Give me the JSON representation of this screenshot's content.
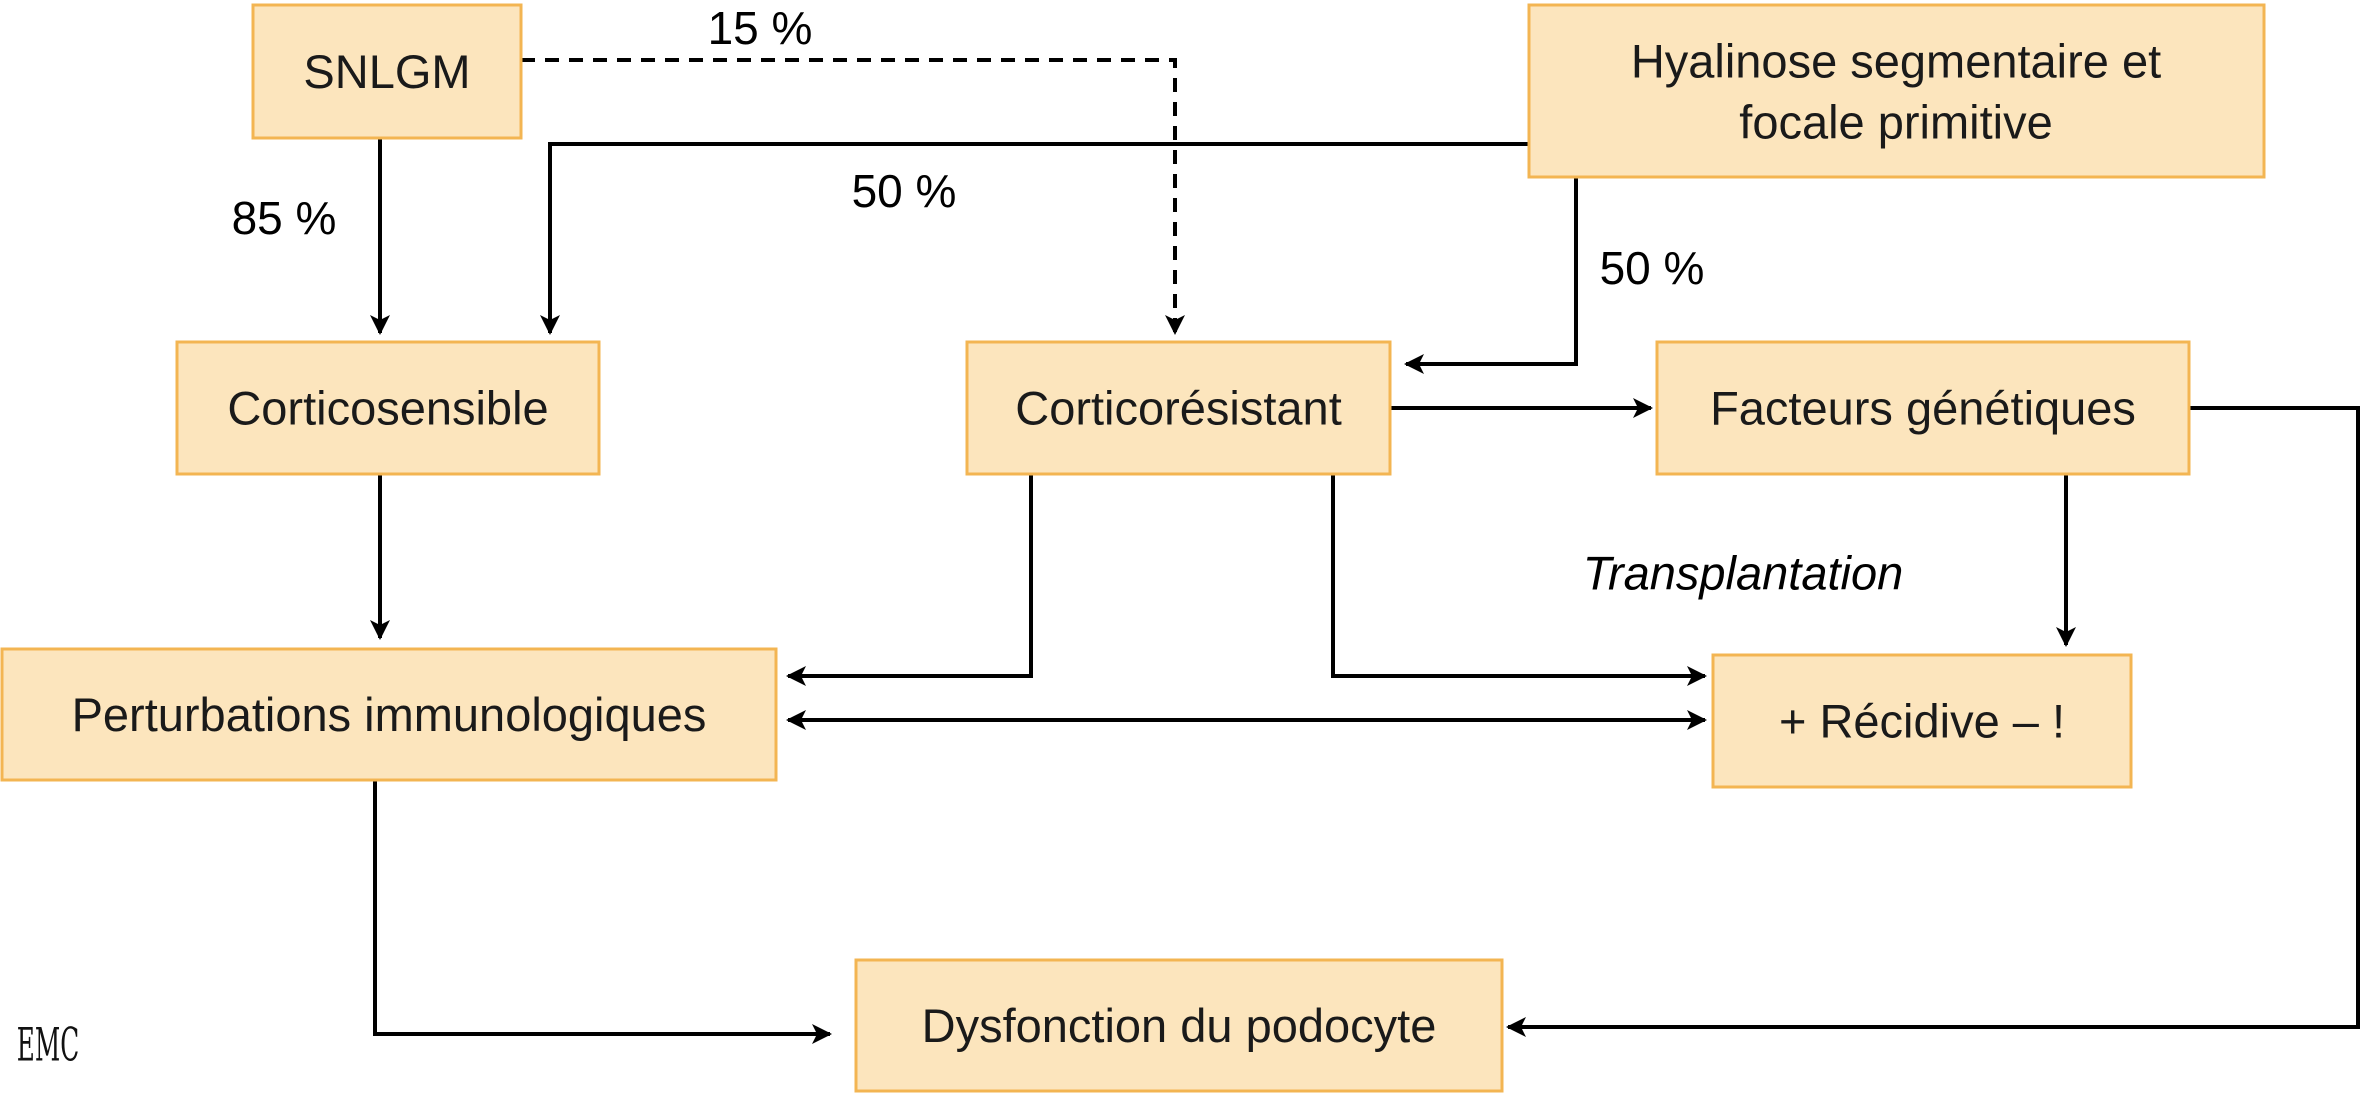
{
  "nodes": {
    "snlgm": "SNLGM",
    "hyalinose_line1": "Hyalinose segmentaire et",
    "hyalinose_line2": "focale primitive",
    "corticosensible": "Corticosensible",
    "corticoresistant": "Corticorésistant",
    "facteurs": "Facteurs génétiques",
    "perturbations": "Perturbations immunologiques",
    "recidive": "+ Récidive – !",
    "dysfonction": "Dysfonction du podocyte"
  },
  "edge_labels": {
    "snlgm_to_resistant": "15 %",
    "snlgm_to_sensible": "85 %",
    "hyalinose_to_sensible": "50 %",
    "hyalinose_to_resistant": "50 %",
    "transplantation": "Transplantation"
  },
  "logo": "EMC",
  "colors": {
    "box_fill": "#fce5bd",
    "box_border": "#f3b552",
    "line": "#000000"
  }
}
